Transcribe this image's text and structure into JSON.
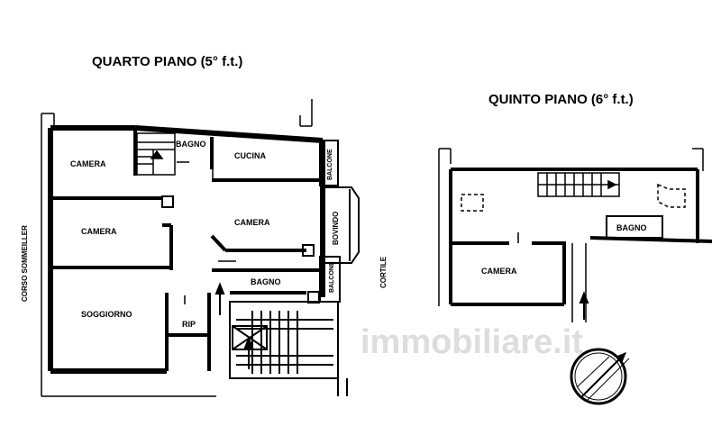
{
  "floors": {
    "fourth": {
      "title": "QUARTO PIANO (5° f.t.)",
      "rooms": {
        "camera_top": "CAMERA",
        "bagno_top": "BAGNO",
        "cucina": "CUCINA",
        "camera_mid": "CAMERA",
        "camera_center": "CAMERA",
        "bovindo": "BOVINDO",
        "balcone_top": "BALCONE",
        "soggiorno": "SOGGIORNO",
        "rip": "RIP",
        "bagno_bottom": "BAGNO",
        "balcone_bottom": "BALCONE"
      },
      "street_left": "CORSO SOMMEILLER",
      "street_right": "CORTILE"
    },
    "fifth": {
      "title": "QUINTO PIANO (6° f.t.)",
      "rooms": {
        "bagno": "BAGNO",
        "camera": "CAMERA"
      }
    }
  },
  "watermark": "immobiliare.it",
  "icons": [
    "compass-icon"
  ],
  "colors": {
    "ink": "#000000",
    "watermark": "#dddddd"
  }
}
